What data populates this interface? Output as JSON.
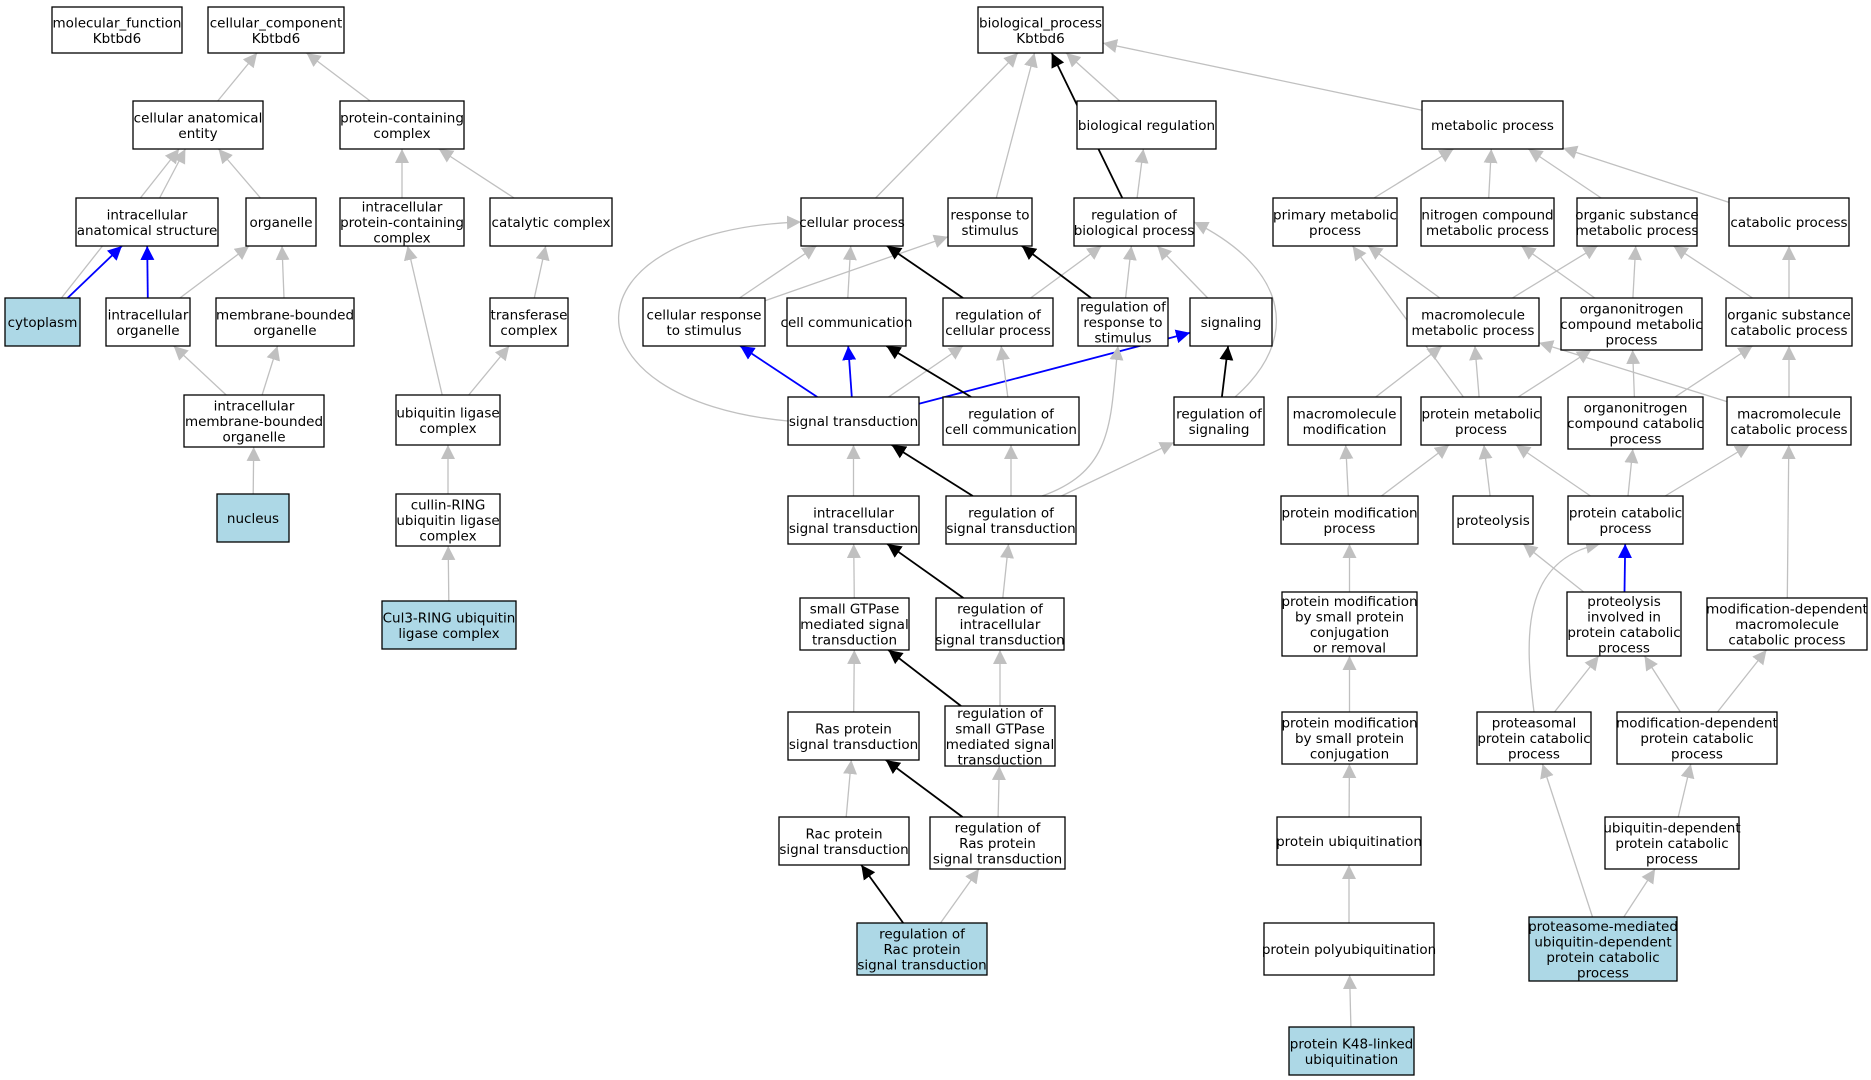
{
  "colors": {
    "highlight_fill": "#add8e6",
    "plain_fill": "#ffffff",
    "edge_gray": "#c0c0c0",
    "edge_black": "#000000",
    "edge_blue": "#0000ff"
  },
  "nodes": {
    "mf_root": {
      "lines": [
        "molecular_function",
        "Kbtbd6"
      ]
    },
    "cc_root": {
      "lines": [
        "cellular_component",
        "Kbtbd6"
      ]
    },
    "bp_root": {
      "lines": [
        "biological_process",
        "Kbtbd6"
      ]
    },
    "cae": {
      "lines": [
        "cellular anatomical",
        "entity"
      ]
    },
    "pcc": {
      "lines": [
        "protein-containing",
        "complex"
      ]
    },
    "ias": {
      "lines": [
        "intracellular",
        "anatomical structure"
      ]
    },
    "organelle": {
      "lines": [
        "organelle"
      ]
    },
    "ipcc": {
      "lines": [
        "intracellular",
        "protein-containing",
        "complex"
      ]
    },
    "catcx": {
      "lines": [
        "catalytic complex"
      ]
    },
    "cyto": {
      "lines": [
        "cytoplasm"
      ],
      "highlight": true
    },
    "intorg": {
      "lines": [
        "intracellular",
        "organelle"
      ]
    },
    "mbo": {
      "lines": [
        "membrane-bounded",
        "organelle"
      ]
    },
    "transfcx": {
      "lines": [
        "transferase",
        "complex"
      ]
    },
    "imbo": {
      "lines": [
        "intracellular",
        "membrane-bounded",
        "organelle"
      ]
    },
    "ubilig": {
      "lines": [
        "ubiquitin ligase",
        "complex"
      ]
    },
    "nucleus": {
      "lines": [
        "nucleus"
      ],
      "highlight": true
    },
    "crl": {
      "lines": [
        "cullin-RING",
        "ubiquitin ligase",
        "complex"
      ]
    },
    "cul3": {
      "lines": [
        "Cul3-RING ubiquitin",
        "ligase complex"
      ],
      "highlight": true
    },
    "bioreg": {
      "lines": [
        "biological regulation"
      ]
    },
    "metab": {
      "lines": [
        "metabolic process"
      ]
    },
    "cellproc": {
      "lines": [
        "cellular process"
      ]
    },
    "respstim": {
      "lines": [
        "response to",
        "stimulus"
      ]
    },
    "regbp": {
      "lines": [
        "regulation of",
        "biological process"
      ]
    },
    "primmet": {
      "lines": [
        "primary metabolic",
        "process"
      ]
    },
    "nitro": {
      "lines": [
        "nitrogen compound",
        "metabolic process"
      ]
    },
    "orgsub": {
      "lines": [
        "organic substance",
        "metabolic process"
      ]
    },
    "catab": {
      "lines": [
        "catabolic process"
      ]
    },
    "cellresp": {
      "lines": [
        "cellular response",
        "to stimulus"
      ]
    },
    "cellcomm": {
      "lines": [
        "cell communication"
      ]
    },
    "regcp": {
      "lines": [
        "regulation of",
        "cellular process"
      ]
    },
    "regresp": {
      "lines": [
        "regulation of",
        "response to",
        "stimulus"
      ]
    },
    "signaling": {
      "lines": [
        "signaling"
      ]
    },
    "macromet": {
      "lines": [
        "macromolecule",
        "metabolic process"
      ]
    },
    "orgnitro": {
      "lines": [
        "organonitrogen",
        "compound metabolic",
        "process"
      ]
    },
    "orgsubcat": {
      "lines": [
        "organic substance",
        "catabolic process"
      ]
    },
    "sigtrans": {
      "lines": [
        "signal transduction"
      ]
    },
    "regcc": {
      "lines": [
        "regulation of",
        "cell communication"
      ]
    },
    "regsig": {
      "lines": [
        "regulation of",
        "signaling"
      ]
    },
    "macromod": {
      "lines": [
        "macromolecule",
        "modification"
      ]
    },
    "protmet": {
      "lines": [
        "protein metabolic",
        "process"
      ]
    },
    "orgnitrocat": {
      "lines": [
        "organonitrogen",
        "compound catabolic",
        "process"
      ]
    },
    "macrocat": {
      "lines": [
        "macromolecule",
        "catabolic process"
      ]
    },
    "intrasig": {
      "lines": [
        "intracellular",
        "signal transduction"
      ]
    },
    "regst": {
      "lines": [
        "regulation of",
        "signal transduction"
      ]
    },
    "protmod": {
      "lines": [
        "protein modification",
        "process"
      ]
    },
    "proteolysis": {
      "lines": [
        "proteolysis"
      ]
    },
    "protcat": {
      "lines": [
        "protein catabolic",
        "process"
      ]
    },
    "smallgt": {
      "lines": [
        "small GTPase",
        "mediated signal",
        "transduction"
      ]
    },
    "regintra": {
      "lines": [
        "regulation of",
        "intracellular",
        "signal transduction"
      ]
    },
    "pmsmall": {
      "lines": [
        "protein modification",
        "by small protein",
        "conjugation",
        "or removal"
      ]
    },
    "proteocat": {
      "lines": [
        "proteolysis",
        "involved in",
        "protein catabolic",
        "process"
      ]
    },
    "moddepmac": {
      "lines": [
        "modification-dependent",
        "macromolecule",
        "catabolic process"
      ]
    },
    "rasst": {
      "lines": [
        "Ras protein",
        "signal transduction"
      ]
    },
    "regsmallgt": {
      "lines": [
        "regulation of",
        "small GTPase",
        "mediated signal",
        "transduction"
      ]
    },
    "pmsmallconj": {
      "lines": [
        "protein modification",
        "by small protein",
        "conjugation"
      ]
    },
    "proteasomal": {
      "lines": [
        "proteasomal",
        "protein catabolic",
        "process"
      ]
    },
    "moddepprot": {
      "lines": [
        "modification-dependent",
        "protein catabolic",
        "process"
      ]
    },
    "racst": {
      "lines": [
        "Rac protein",
        "signal transduction"
      ]
    },
    "regras": {
      "lines": [
        "regulation of",
        "Ras protein",
        "signal transduction"
      ]
    },
    "protubi": {
      "lines": [
        "protein ubiquitination"
      ]
    },
    "ubidep": {
      "lines": [
        "ubiquitin-dependent",
        "protein catabolic",
        "process"
      ]
    },
    "regrac": {
      "lines": [
        "regulation of",
        "Rac protein",
        "signal transduction"
      ],
      "highlight": true
    },
    "polyubi": {
      "lines": [
        "protein polyubiquitination"
      ]
    },
    "proteasome": {
      "lines": [
        "proteasome-mediated",
        "ubiquitin-dependent",
        "protein catabolic",
        "process"
      ],
      "highlight": true
    },
    "k48": {
      "lines": [
        "protein K48-linked",
        "ubiquitination"
      ],
      "highlight": true
    }
  },
  "edges": [
    {
      "from": "cae",
      "to": "cc_root",
      "color": "gray"
    },
    {
      "from": "pcc",
      "to": "cc_root",
      "color": "gray"
    },
    {
      "from": "ias",
      "to": "cae",
      "color": "gray"
    },
    {
      "from": "organelle",
      "to": "cae",
      "color": "gray"
    },
    {
      "from": "cyto",
      "to": "cae",
      "color": "gray"
    },
    {
      "from": "cyto",
      "to": "ias",
      "color": "blue"
    },
    {
      "from": "intorg",
      "to": "ias",
      "color": "blue"
    },
    {
      "from": "intorg",
      "to": "organelle",
      "color": "gray"
    },
    {
      "from": "mbo",
      "to": "organelle",
      "color": "gray"
    },
    {
      "from": "imbo",
      "to": "intorg",
      "color": "gray"
    },
    {
      "from": "imbo",
      "to": "mbo",
      "color": "gray"
    },
    {
      "from": "nucleus",
      "to": "imbo",
      "color": "gray"
    },
    {
      "from": "ipcc",
      "to": "pcc",
      "color": "gray"
    },
    {
      "from": "catcx",
      "to": "pcc",
      "color": "gray"
    },
    {
      "from": "transfcx",
      "to": "catcx",
      "color": "gray"
    },
    {
      "from": "ubilig",
      "to": "ipcc",
      "color": "gray"
    },
    {
      "from": "ubilig",
      "to": "transfcx",
      "color": "gray"
    },
    {
      "from": "crl",
      "to": "ubilig",
      "color": "gray"
    },
    {
      "from": "cul3",
      "to": "crl",
      "color": "gray"
    },
    {
      "from": "bioreg",
      "to": "bp_root",
      "color": "gray"
    },
    {
      "from": "metab",
      "to": "bp_root",
      "color": "gray"
    },
    {
      "from": "cellproc",
      "to": "bp_root",
      "color": "gray"
    },
    {
      "from": "respstim",
      "to": "bp_root",
      "color": "gray"
    },
    {
      "from": "regbp",
      "to": "bp_root",
      "color": "black"
    },
    {
      "from": "regbp",
      "to": "bioreg",
      "color": "gray"
    },
    {
      "from": "primmet",
      "to": "metab",
      "color": "gray"
    },
    {
      "from": "nitro",
      "to": "metab",
      "color": "gray"
    },
    {
      "from": "orgsub",
      "to": "metab",
      "color": "gray"
    },
    {
      "from": "catab",
      "to": "metab",
      "color": "gray"
    },
    {
      "from": "cellresp",
      "to": "cellproc",
      "color": "gray"
    },
    {
      "from": "cellresp",
      "to": "respstim",
      "color": "gray"
    },
    {
      "from": "cellcomm",
      "to": "cellproc",
      "color": "gray"
    },
    {
      "from": "regcp",
      "to": "cellproc",
      "color": "black"
    },
    {
      "from": "regcp",
      "to": "regbp",
      "color": "gray"
    },
    {
      "from": "regresp",
      "to": "respstim",
      "color": "black"
    },
    {
      "from": "regresp",
      "to": "regbp",
      "color": "gray"
    },
    {
      "from": "signaling",
      "to": "regbp",
      "color": "gray"
    },
    {
      "from": "sigtrans",
      "to": "cellresp",
      "color": "blue"
    },
    {
      "from": "sigtrans",
      "to": "cellcomm",
      "color": "blue"
    },
    {
      "from": "sigtrans",
      "to": "signaling",
      "color": "blue"
    },
    {
      "from": "sigtrans",
      "to": "cellproc",
      "color": "gray",
      "curve": "sigcell"
    },
    {
      "from": "sigtrans",
      "to": "regcp",
      "color": "gray"
    },
    {
      "from": "regcc",
      "to": "cellcomm",
      "color": "black"
    },
    {
      "from": "regcc",
      "to": "regcp",
      "color": "gray"
    },
    {
      "from": "regsig",
      "to": "signaling",
      "color": "black"
    },
    {
      "from": "regsig",
      "to": "regbp",
      "color": "gray",
      "curve": "regsigbp"
    },
    {
      "from": "intrasig",
      "to": "sigtrans",
      "color": "gray"
    },
    {
      "from": "regst",
      "to": "sigtrans",
      "color": "black"
    },
    {
      "from": "regst",
      "to": "regcc",
      "color": "gray"
    },
    {
      "from": "regst",
      "to": "regsig",
      "color": "gray"
    },
    {
      "from": "regst",
      "to": "regresp",
      "color": "gray",
      "curve": "regstresp"
    },
    {
      "from": "smallgt",
      "to": "intrasig",
      "color": "gray"
    },
    {
      "from": "regintra",
      "to": "intrasig",
      "color": "black"
    },
    {
      "from": "regintra",
      "to": "regst",
      "color": "gray"
    },
    {
      "from": "rasst",
      "to": "smallgt",
      "color": "gray"
    },
    {
      "from": "regsmallgt",
      "to": "smallgt",
      "color": "black"
    },
    {
      "from": "regsmallgt",
      "to": "regintra",
      "color": "gray"
    },
    {
      "from": "racst",
      "to": "rasst",
      "color": "gray"
    },
    {
      "from": "regras",
      "to": "rasst",
      "color": "black"
    },
    {
      "from": "regras",
      "to": "regsmallgt",
      "color": "gray"
    },
    {
      "from": "regrac",
      "to": "racst",
      "color": "black"
    },
    {
      "from": "regrac",
      "to": "regras",
      "color": "gray"
    },
    {
      "from": "macromet",
      "to": "orgsub",
      "color": "gray"
    },
    {
      "from": "macromet",
      "to": "primmet",
      "color": "gray"
    },
    {
      "from": "orgnitro",
      "to": "nitro",
      "color": "gray"
    },
    {
      "from": "orgnitro",
      "to": "orgsub",
      "color": "gray"
    },
    {
      "from": "orgsubcat",
      "to": "orgsub",
      "color": "gray"
    },
    {
      "from": "orgsubcat",
      "to": "catab",
      "color": "gray"
    },
    {
      "from": "macromod",
      "to": "macromet",
      "color": "gray"
    },
    {
      "from": "protmet",
      "to": "macromet",
      "color": "gray"
    },
    {
      "from": "protmet",
      "to": "orgnitro",
      "color": "gray"
    },
    {
      "from": "protmet",
      "to": "primmet",
      "color": "gray"
    },
    {
      "from": "orgnitrocat",
      "to": "orgnitro",
      "color": "gray"
    },
    {
      "from": "orgnitrocat",
      "to": "orgsubcat",
      "color": "gray"
    },
    {
      "from": "macrocat",
      "to": "orgsubcat",
      "color": "gray"
    },
    {
      "from": "macrocat",
      "to": "macromet",
      "color": "gray"
    },
    {
      "from": "protmod",
      "to": "macromod",
      "color": "gray"
    },
    {
      "from": "protmod",
      "to": "protmet",
      "color": "gray"
    },
    {
      "from": "proteolysis",
      "to": "protmet",
      "color": "gray"
    },
    {
      "from": "protcat",
      "to": "protmet",
      "color": "gray"
    },
    {
      "from": "protcat",
      "to": "orgnitrocat",
      "color": "gray"
    },
    {
      "from": "protcat",
      "to": "macrocat",
      "color": "gray"
    },
    {
      "from": "pmsmall",
      "to": "protmod",
      "color": "gray"
    },
    {
      "from": "proteocat",
      "to": "protcat",
      "color": "blue"
    },
    {
      "from": "proteocat",
      "to": "proteolysis",
      "color": "gray"
    },
    {
      "from": "moddepmac",
      "to": "macrocat",
      "color": "gray"
    },
    {
      "from": "pmsmallconj",
      "to": "pmsmall",
      "color": "gray"
    },
    {
      "from": "proteasomal",
      "to": "proteocat",
      "color": "gray"
    },
    {
      "from": "proteasomal",
      "to": "protcat",
      "color": "gray",
      "curve": "proteasomalcat"
    },
    {
      "from": "moddepprot",
      "to": "proteocat",
      "color": "gray"
    },
    {
      "from": "moddepprot",
      "to": "moddepmac",
      "color": "gray"
    },
    {
      "from": "protubi",
      "to": "pmsmallconj",
      "color": "gray"
    },
    {
      "from": "ubidep",
      "to": "moddepprot",
      "color": "gray"
    },
    {
      "from": "polyubi",
      "to": "protubi",
      "color": "gray"
    },
    {
      "from": "proteasome",
      "to": "proteasomal",
      "color": "gray"
    },
    {
      "from": "proteasome",
      "to": "ubidep",
      "color": "gray"
    },
    {
      "from": "k48",
      "to": "polyubi",
      "color": "gray"
    }
  ]
}
